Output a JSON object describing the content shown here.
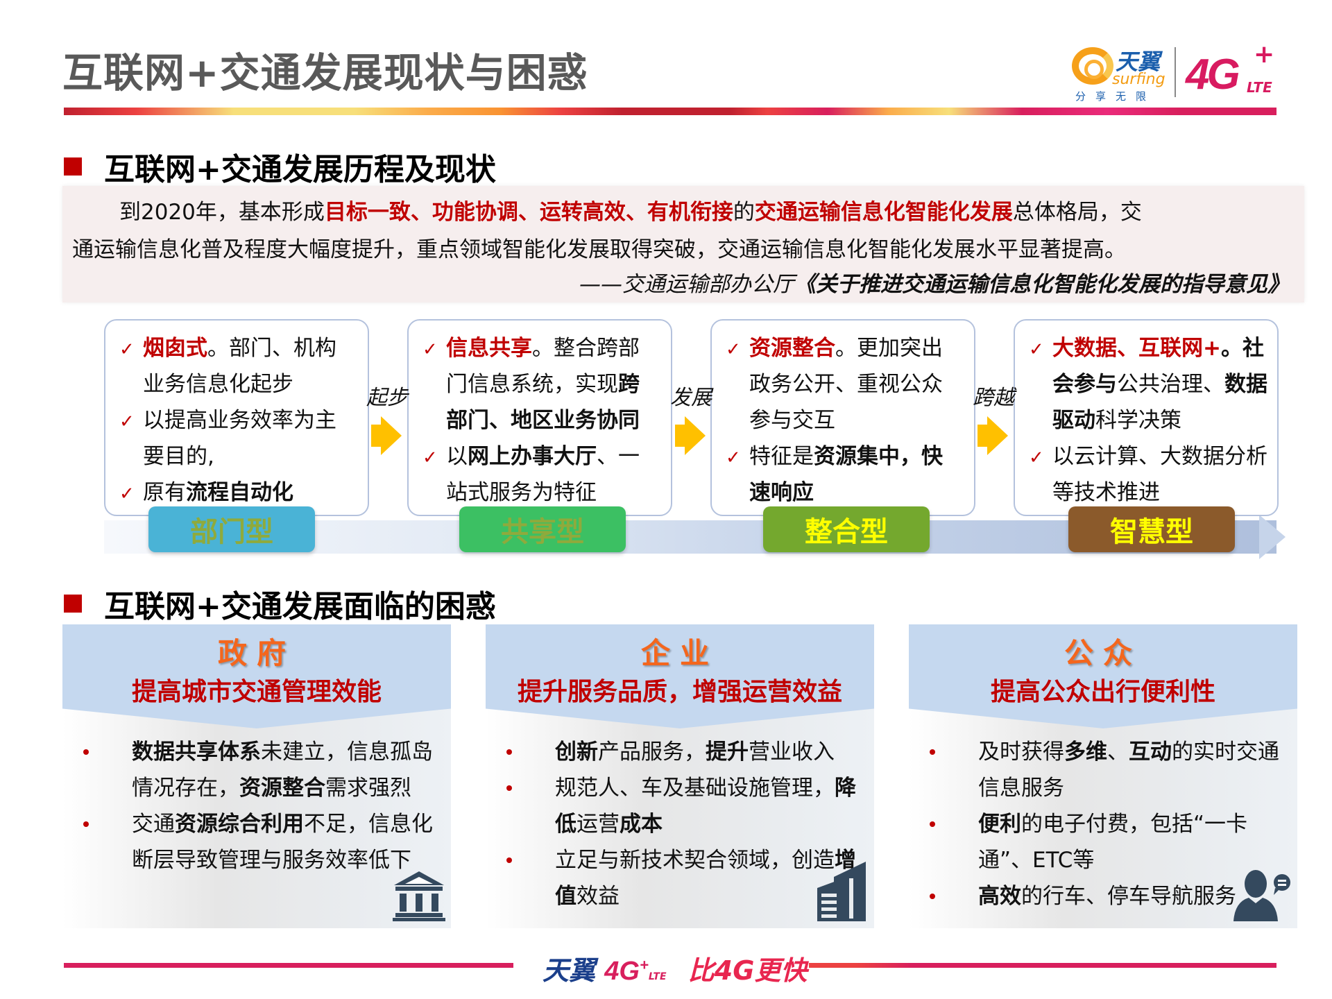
{
  "title": "互联网+交通发展现状与困惑",
  "logo": {
    "brand_cn": "天翼",
    "brand_en": "surfing",
    "slogan": "分享无限",
    "network": "4G",
    "plus": "+",
    "lte": "LTE"
  },
  "colors": {
    "accent_red": "#c00000",
    "title_gray": "#595959",
    "highlight_orange": "#f4661d",
    "arrow_yellow": "#ffc000",
    "brand_pink": "#d81f5d",
    "brand_blue": "#1b5fad"
  },
  "section1": {
    "heading": "互联网+交通发展历程及现状",
    "quote": {
      "l1_a": "到2020年，基本形成",
      "l1_b": "目标一致、功能协调、运转高效、有机衔接",
      "l1_c": "的",
      "l1_d": "交通运输信息化智能化发展",
      "l1_e": "总体格局，交",
      "l2": "通运输信息化普及程度大幅度提升，重点领域智能化发展取得突破，交通运输信息化智能化发展水平显著提高。",
      "source_a": "——交通运输部办公厅",
      "source_b": "《关于推进交通运输信息化智能化发展的指导意见》"
    },
    "stages": [
      {
        "label": "部门型",
        "label_bg": "#4ab3d6",
        "label_color": "#8faa3c",
        "lines": [
          {
            "check": true,
            "parts": [
              {
                "t": "烟囱式",
                "s": "red"
              },
              {
                "t": "。部门、机构",
                "s": "n"
              }
            ]
          },
          {
            "check": false,
            "parts": [
              {
                "t": "业务信息化起步",
                "s": "n"
              }
            ]
          },
          {
            "check": true,
            "parts": [
              {
                "t": "以提高业务效率为主",
                "s": "n"
              }
            ]
          },
          {
            "check": false,
            "parts": [
              {
                "t": "要目的,",
                "s": "n"
              }
            ]
          },
          {
            "check": true,
            "parts": [
              {
                "t": "原有",
                "s": "n"
              },
              {
                "t": "流程自动化",
                "s": "b"
              }
            ]
          }
        ]
      },
      {
        "label": "共享型",
        "label_bg": "#3cc063",
        "label_color": "#8faa3c",
        "lines": [
          {
            "check": true,
            "parts": [
              {
                "t": "信息共享",
                "s": "red"
              },
              {
                "t": "。整合跨部",
                "s": "n"
              }
            ]
          },
          {
            "check": false,
            "parts": [
              {
                "t": "门信息系统，实现",
                "s": "n"
              },
              {
                "t": "跨",
                "s": "b"
              }
            ]
          },
          {
            "check": false,
            "parts": [
              {
                "t": "部门、地区业务协同",
                "s": "b"
              }
            ]
          },
          {
            "check": true,
            "parts": [
              {
                "t": "以",
                "s": "n"
              },
              {
                "t": "网上办事大厅",
                "s": "b"
              },
              {
                "t": "、一",
                "s": "n"
              }
            ]
          },
          {
            "check": false,
            "parts": [
              {
                "t": "站式服务为特征",
                "s": "n"
              }
            ]
          }
        ]
      },
      {
        "label": "整合型",
        "label_bg": "#74a82e",
        "label_color": "#ffff00",
        "lines": [
          {
            "check": true,
            "parts": [
              {
                "t": "资源整合",
                "s": "red"
              },
              {
                "t": "。更加突出",
                "s": "n"
              }
            ]
          },
          {
            "check": false,
            "parts": [
              {
                "t": "政务公开、重视公众",
                "s": "n"
              }
            ]
          },
          {
            "check": false,
            "parts": [
              {
                "t": "参与交互",
                "s": "n"
              }
            ]
          },
          {
            "check": true,
            "parts": [
              {
                "t": "特征是",
                "s": "n"
              },
              {
                "t": "资源集中，快",
                "s": "b"
              }
            ]
          },
          {
            "check": false,
            "parts": [
              {
                "t": "速响应",
                "s": "b"
              }
            ]
          }
        ]
      },
      {
        "label": "智慧型",
        "label_bg": "#8b5a2b",
        "label_color": "#ffff00",
        "lines": [
          {
            "check": true,
            "parts": [
              {
                "t": "大数据、互联网+",
                "s": "red"
              },
              {
                "t": "。社",
                "s": "b"
              }
            ]
          },
          {
            "check": false,
            "parts": [
              {
                "t": "会参与",
                "s": "b"
              },
              {
                "t": "公共治理、",
                "s": "n"
              },
              {
                "t": "数据",
                "s": "b"
              }
            ]
          },
          {
            "check": false,
            "parts": [
              {
                "t": "驱动",
                "s": "b"
              },
              {
                "t": "科学决策",
                "s": "n"
              }
            ]
          },
          {
            "check": true,
            "parts": [
              {
                "t": "以云计算、大数据分析",
                "s": "n"
              }
            ]
          },
          {
            "check": false,
            "parts": [
              {
                "t": "等技术推进",
                "s": "n"
              }
            ]
          }
        ]
      }
    ],
    "transitions": [
      "起步",
      "发展",
      "跨越"
    ]
  },
  "section2": {
    "heading": "互联网+交通发展面临的困惑",
    "panels": [
      {
        "title": "政府",
        "subtitle": "提高城市交通管理效能",
        "icon": "government-building-icon",
        "items": [
          [
            {
              "t": "数据共享体系",
              "s": "b"
            },
            {
              "t": "未建立，信息孤岛情况存在，",
              "s": "n"
            },
            {
              "t": "资源整合",
              "s": "b"
            },
            {
              "t": "需求强烈",
              "s": "n"
            }
          ],
          [
            {
              "t": "交通",
              "s": "n"
            },
            {
              "t": "资源综合利用",
              "s": "b"
            },
            {
              "t": "不足，信息化断层导致管理与服务效率低下",
              "s": "n"
            }
          ]
        ]
      },
      {
        "title": "企业",
        "subtitle": "提升服务品质，增强运营效益",
        "icon": "office-building-icon",
        "items": [
          [
            {
              "t": "创新",
              "s": "b"
            },
            {
              "t": "产品服务，",
              "s": "n"
            },
            {
              "t": "提升",
              "s": "b"
            },
            {
              "t": "营业收入",
              "s": "n"
            }
          ],
          [
            {
              "t": "规范人、车及基础设施管理，",
              "s": "n"
            },
            {
              "t": "降低",
              "s": "b"
            },
            {
              "t": "运营",
              "s": "n"
            },
            {
              "t": "成本",
              "s": "b"
            }
          ],
          [
            {
              "t": "立足与新技术契合领域，创造",
              "s": "n"
            },
            {
              "t": "增值",
              "s": "b"
            },
            {
              "t": "效益",
              "s": "n"
            }
          ]
        ]
      },
      {
        "title": "公众",
        "subtitle": "提高公众出行便利性",
        "icon": "person-chat-icon",
        "items": [
          [
            {
              "t": "及时获得",
              "s": "n"
            },
            {
              "t": "多维",
              "s": "b"
            },
            {
              "t": "、",
              "s": "n"
            },
            {
              "t": "互动",
              "s": "b"
            },
            {
              "t": "的实时交通信息服务",
              "s": "n"
            }
          ],
          [
            {
              "t": "便利",
              "s": "b"
            },
            {
              "t": "的电子付费，包括“一卡通”、ETC等",
              "s": "n"
            }
          ],
          [
            {
              "t": "高效",
              "s": "b"
            },
            {
              "t": "的行车、停车导航服务",
              "s": "n"
            }
          ]
        ]
      }
    ]
  },
  "footer": {
    "brand": "天翼",
    "network": "4G",
    "plus": "+",
    "lte": "LTE",
    "slogan": "比4G更快"
  }
}
